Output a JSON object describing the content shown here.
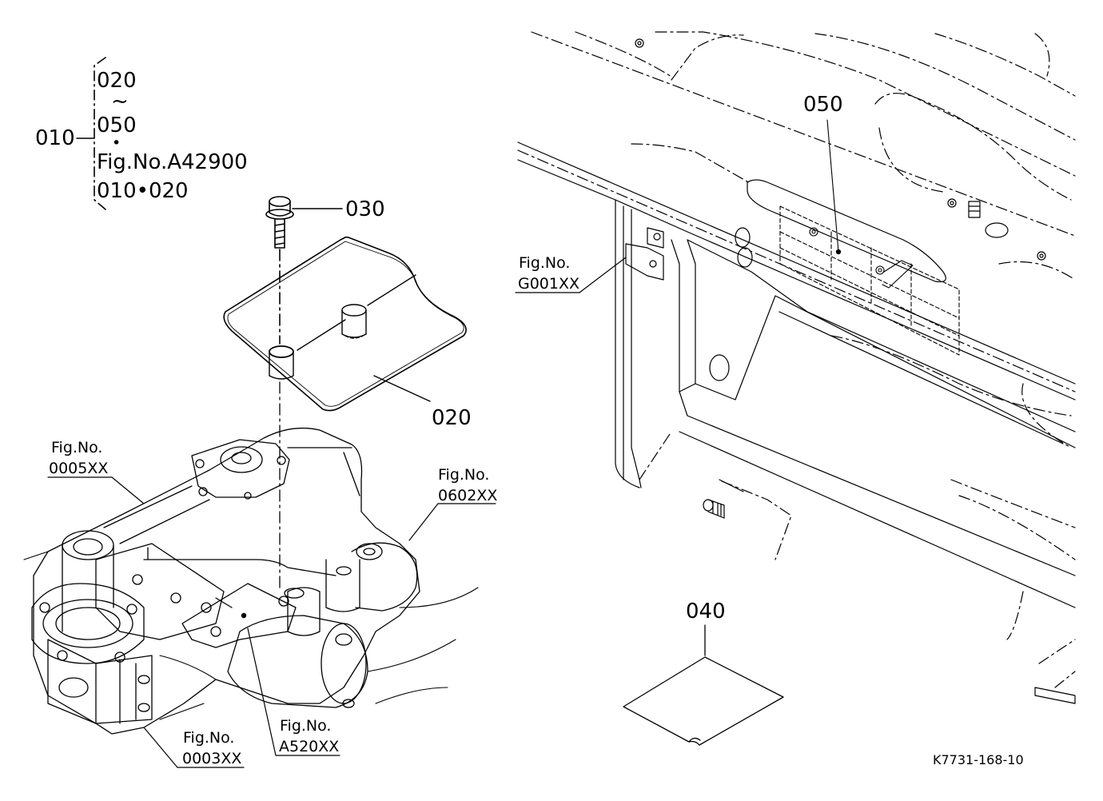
{
  "group": {
    "parent": "010",
    "items": [
      "020",
      "~",
      "050",
      "•",
      "Fig.No.A42900",
      "010•020"
    ]
  },
  "callouts": {
    "p030": "030",
    "p020": "020",
    "p050": "050",
    "p040": "040",
    "fig0005": {
      "line1": "Fig.No.",
      "line2": "0005XX"
    },
    "fig0602": {
      "line1": "Fig.No.",
      "line2": "0602XX"
    },
    "fig0003": {
      "line1": "Fig.No.",
      "line2": "0003XX"
    },
    "figA520": {
      "line1": "Fig.No.",
      "line2": "A520XX"
    },
    "figG001": {
      "line1": "Fig.No.",
      "line2": "G001XX"
    }
  },
  "drawing_code": "K7731-168-10"
}
